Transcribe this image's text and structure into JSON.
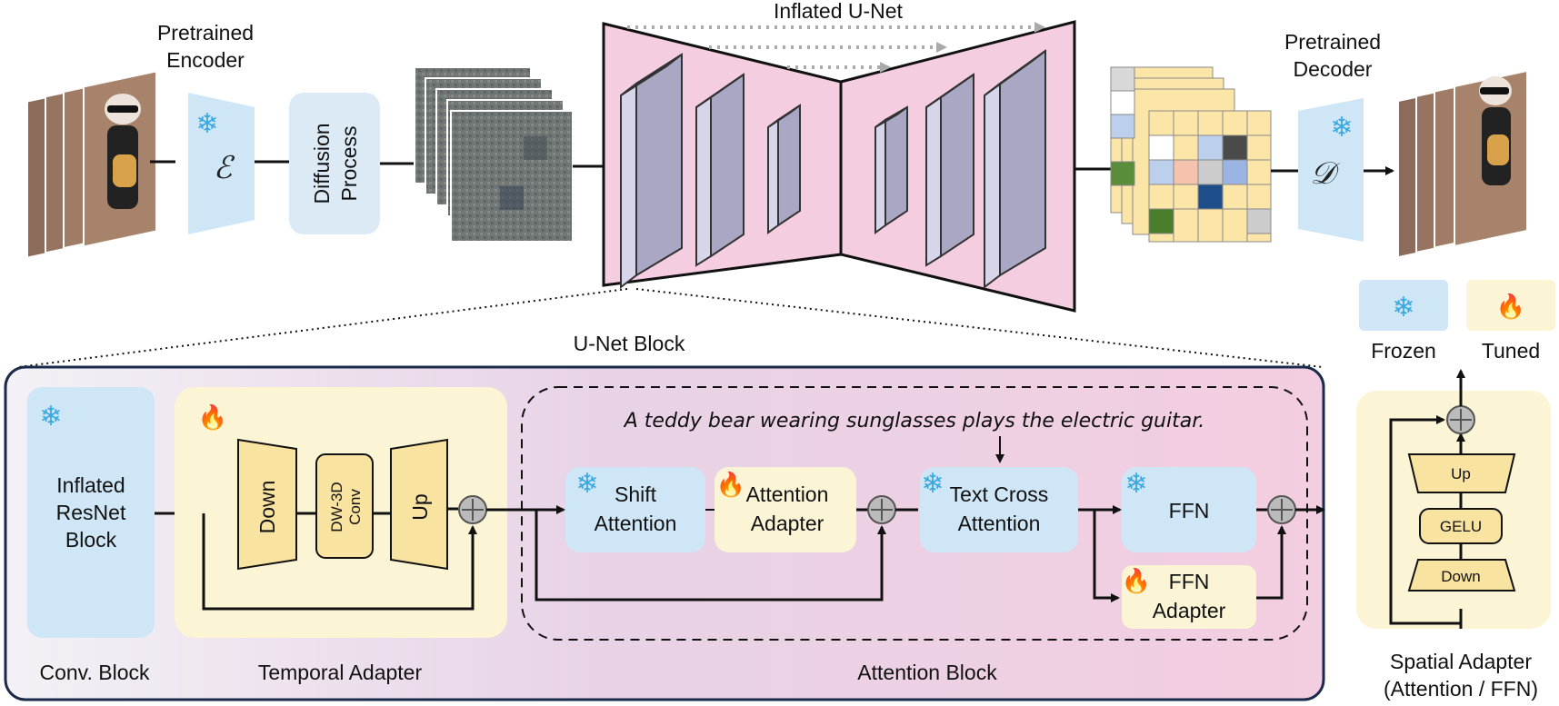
{
  "top": {
    "pretrained_encoder": [
      "Pretrained",
      "Encoder"
    ],
    "encoder_symbol": "ℰ",
    "diffusion_process": [
      "Diffusion",
      "Process"
    ],
    "inflated_unet": "Inflated U-Net",
    "pretrained_decoder": [
      "Pretrained",
      "Decoder"
    ],
    "decoder_symbol": "𝒟",
    "unet_block_label": "U-Net Block"
  },
  "legend": {
    "frozen": "Frozen",
    "tuned": "Tuned",
    "frozen_color": "#cfe6f7",
    "tuned_color": "#fbf5d6"
  },
  "block": {
    "conv_block_content": [
      "Inflated",
      "ResNet",
      "Block"
    ],
    "conv_block_caption": "Conv. Block",
    "temporal": {
      "down": "Down",
      "dw3d": [
        "DW-3D",
        "Conv"
      ],
      "up": "Up",
      "caption": "Temporal Adapter"
    },
    "attention": {
      "prompt": "A teddy bear wearing sunglasses plays the electric guitar.",
      "shift_attention": [
        "Shift",
        "Attention"
      ],
      "attention_adapter": [
        "Attention",
        "Adapter"
      ],
      "text_cross_attention": [
        "Text Cross",
        "Attention"
      ],
      "ffn": "FFN",
      "ffn_adapter": [
        "FFN",
        "Adapter"
      ],
      "caption": "Attention Block"
    }
  },
  "spatial_adapter": {
    "up": "Up",
    "gelu": "GELU",
    "down": "Down",
    "caption": [
      "Spatial Adapter",
      "(Attention / FFN)"
    ]
  },
  "icons": {
    "frozen_icon": "snowflake-icon",
    "tuned_icon": "flame-icon"
  }
}
